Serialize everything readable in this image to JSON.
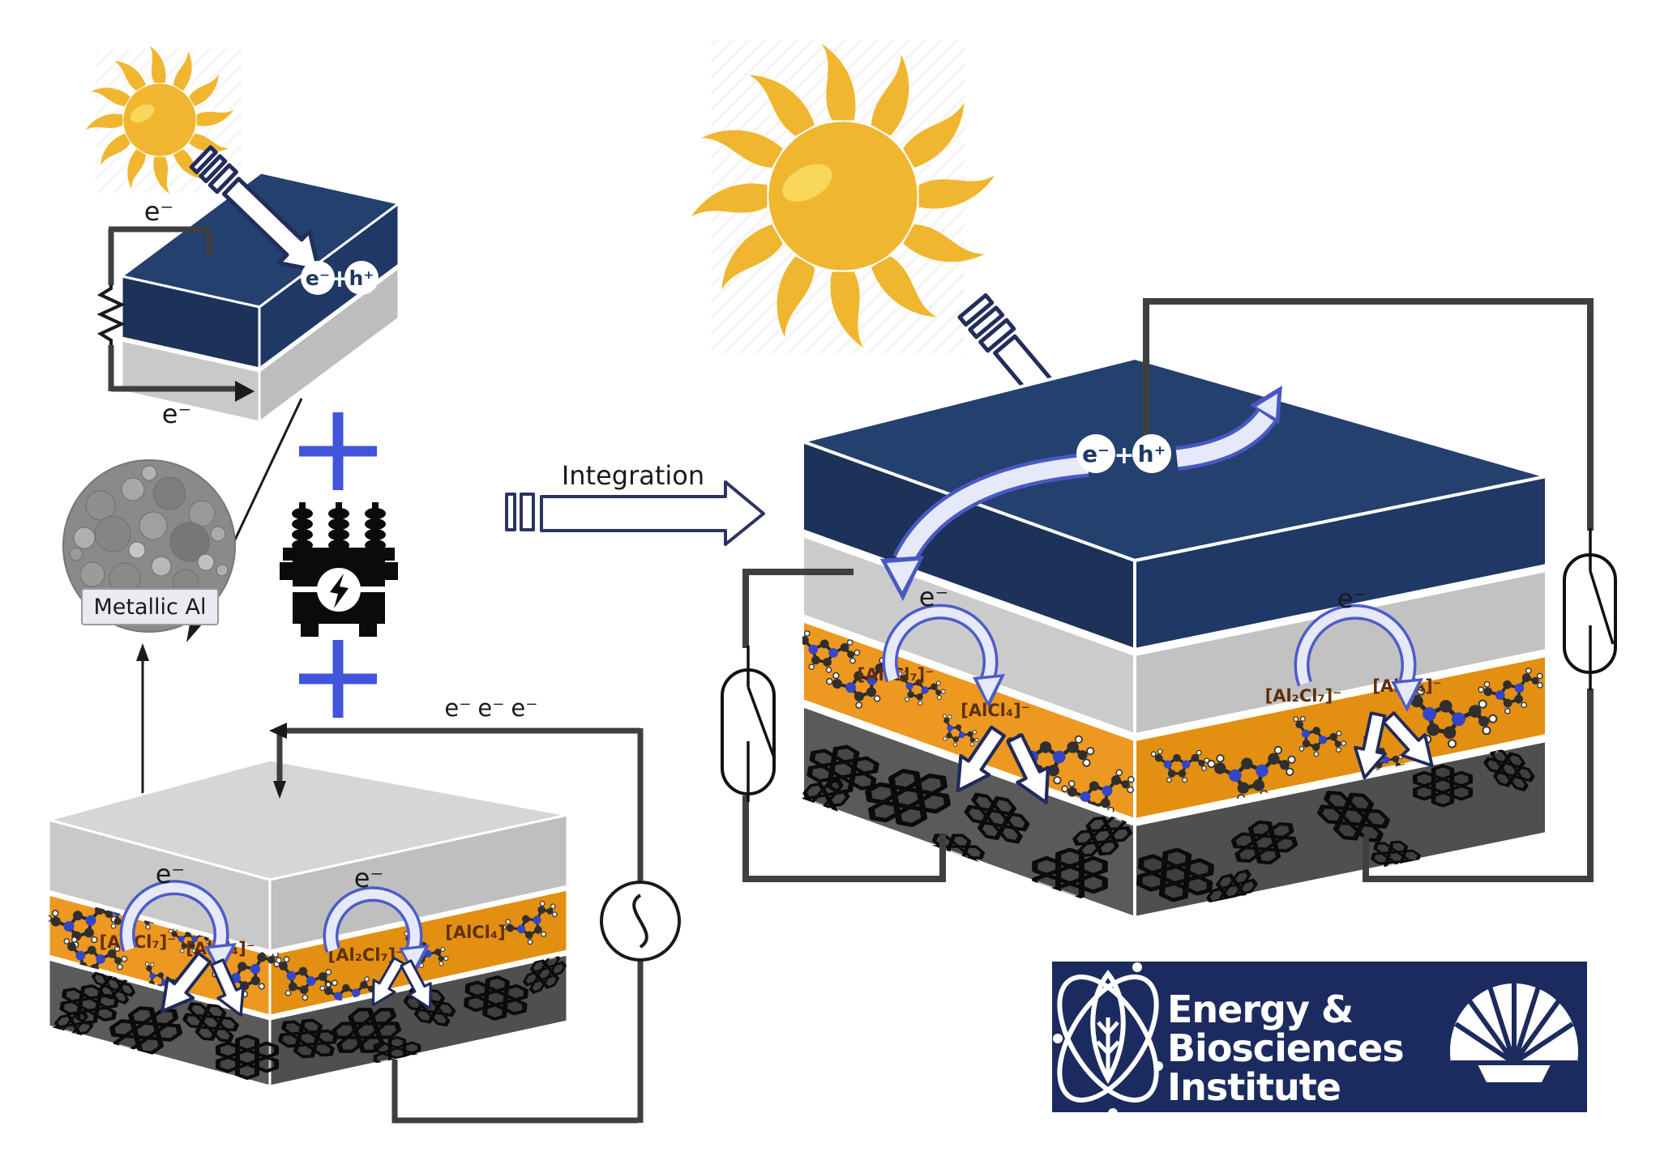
{
  "figure": {
    "description": "Integration of a solar cell with an aluminum-ion graphite battery",
    "labels": {
      "electron": "e⁻",
      "hole": "h⁺",
      "plus_sign": "+",
      "integration": "Integration",
      "metallic_al": "Metallic Al"
    },
    "chemistry": {
      "al2cl7": "[Al₂Cl₇]⁻",
      "alcl4": "[AlCl₄]⁻"
    },
    "logo": {
      "org_line1": "Energy &",
      "org_line2": "Biosciences",
      "org_line3": "Institute"
    },
    "colors": {
      "navy_layer": "#1F3865",
      "gray_layer": "#C9C9C9",
      "orange_layer": "#ED9820",
      "dark_layer": "#565656",
      "sun_gold": "#F0B62F",
      "plus_blue": "#4154DB",
      "arrow_lavender": "#E6E9F9",
      "arrow_blue_outline": "#4C5CC9",
      "logo_navy": "#1C2B5F",
      "wire_gray": "#3F3F3F"
    }
  }
}
